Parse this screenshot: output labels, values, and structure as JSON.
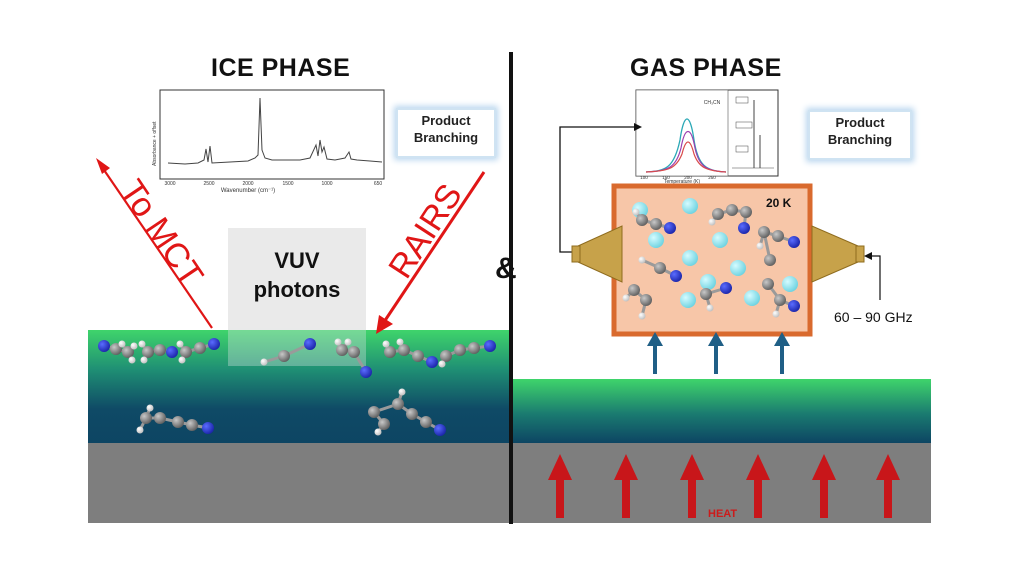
{
  "titles": {
    "ice": "ICE PHASE",
    "gas": "GAS PHASE",
    "ampersand": "&"
  },
  "labels": {
    "product_branching_line1": "Product",
    "product_branching_line2": "Branching",
    "vuv_line1": "VUV",
    "vuv_line2": "photons",
    "to_mct": "To MCT",
    "rairs": "RAIRS",
    "temperature": "20 K",
    "frequency": "60 – 90 GHz",
    "heat": "HEAT"
  },
  "ir_spectrum": {
    "ylabel": "Absorbance + offset",
    "xlabel": "Wavenumber (cm⁻¹)",
    "xticks": [
      "3000",
      "2500",
      "2000",
      "1500",
      "1000",
      "650"
    ]
  },
  "gas_spectrum": {
    "xlabel": "Temperature (K)",
    "xticks": [
      "100",
      "150",
      "200",
      "250"
    ],
    "inset_label": "CH₃CN"
  },
  "colors": {
    "red_arrow": "#e01616",
    "heat_arrow": "#c8161a",
    "up_arrow": "#1f5f86",
    "chamber_fill": "#f7c6a8",
    "chamber_border": "#e0672d",
    "ice_top": "#3fd46b",
    "ice_bottom": "#0f4a66",
    "substrate": "#7e7e7e",
    "horn": "#c7a24a",
    "atom_blue": "#2433c9",
    "atom_gray": "#8c8c8c",
    "atom_white": "#eeeeee",
    "gas_particle": "#8fe3ee"
  }
}
